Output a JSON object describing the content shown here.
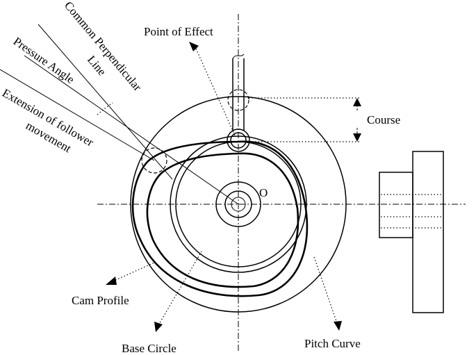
{
  "diagram": {
    "labels": {
      "point_of_effect": "Point of Effect",
      "common_perpendicular": "Common Perpendicular",
      "line": "Line",
      "pressure_angle": "Pressure Angle",
      "extension_line1": "Extension of follower",
      "extension_line2": "movement",
      "course": "Course",
      "origin": "O",
      "cam_profile": "Cam Profile",
      "base_circle": "Base Circle",
      "pitch_curve": "Pitch Curve"
    }
  }
}
